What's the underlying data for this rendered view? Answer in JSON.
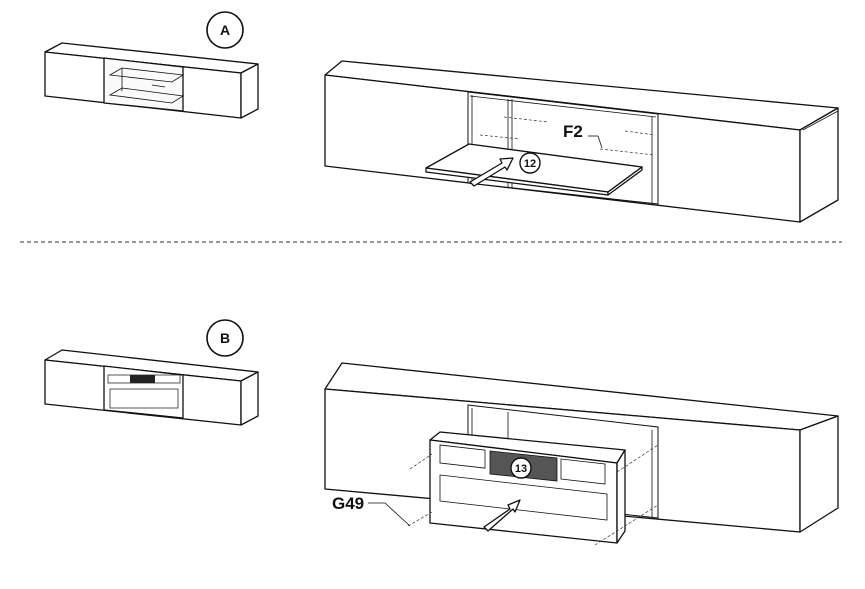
{
  "steps": {
    "a": {
      "badge": "A",
      "step_number": "12",
      "part_label": "F2"
    },
    "b": {
      "badge": "B",
      "step_number": "13",
      "part_label": "G49"
    }
  }
}
